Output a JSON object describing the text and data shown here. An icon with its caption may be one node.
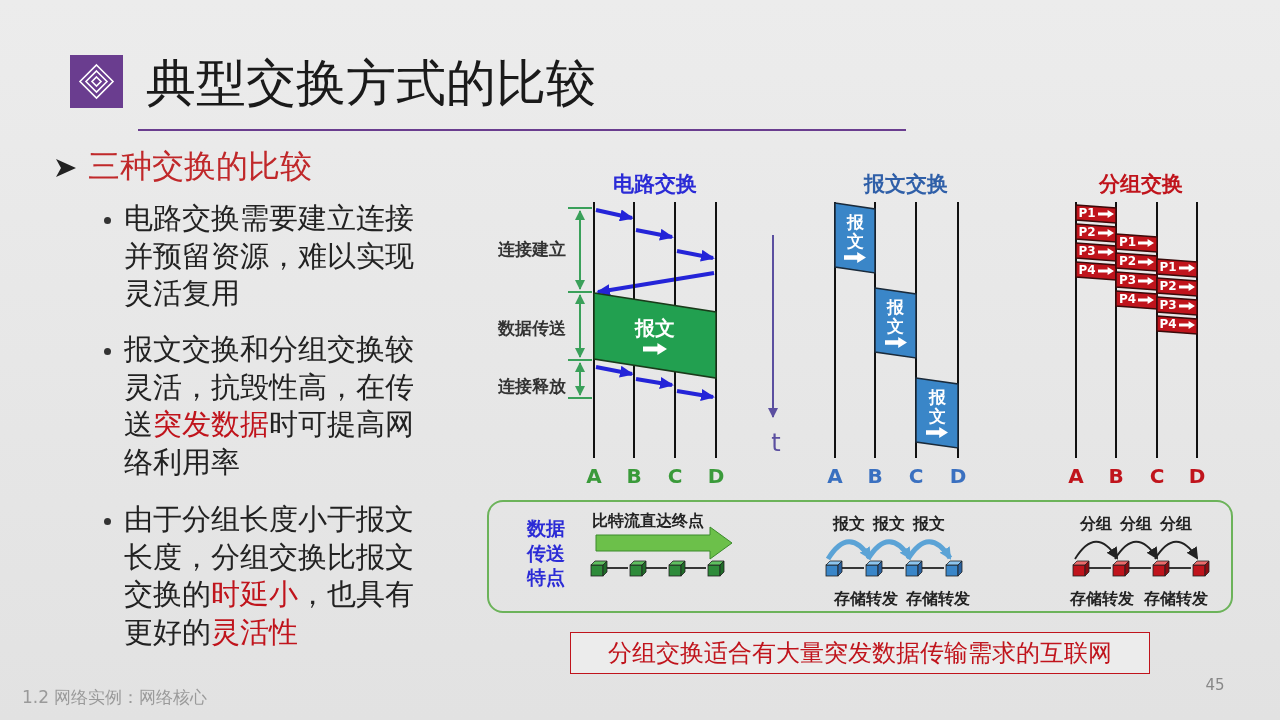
{
  "diagram": {
    "title": "典型交换方式的比较",
    "nodes": [
      {
        "text": [
          "报文"
        ]
      },
      {
        "text": [
          "报文"
        ]
      },
      {
        "text": [
          "报文"
        ]
      },
      {
        "text": [
          "报文"
        ]
      },
      {
        "text": [
          "P1"
        ]
      },
      {
        "text": [
          "P2"
        ]
      },
      {
        "text": [
          "P3"
        ]
      },
      {
        "text": [
          "P4"
        ]
      },
      {
        "text": [
          "P1"
        ]
      },
      {
        "text": [
          "P2"
        ]
      },
      {
        "text": [
          "P3"
        ]
      },
      {
        "text": [
          "P4"
        ]
      },
      {
        "text": [
          "P1"
        ]
      },
      {
        "text": [
          "P2"
        ]
      },
      {
        "text": [
          "P3"
        ]
      },
      {
        "text": [
          "P4"
        ]
      },
      {
        "text": [
          "数据传送特点"
        ]
      },
      {
        "text": [],
        "shape": "box",
        "in": 16
      },
      {
        "text": [],
        "shape": "box",
        "in": 16
      },
      {
        "text": [],
        "shape": "box",
        "in": 16
      },
      {
        "text": [],
        "shape": "box",
        "in": 16
      },
      {
        "text": [],
        "shape": "box",
        "in": 16
      },
      {
        "text": [],
        "shape": "box",
        "in": 16
      },
      {
        "text": [],
        "shape": "box",
        "in": 16
      },
      {
        "text": [],
        "shape": "box",
        "in": 16
      },
      {
        "text": [],
        "shape": "box",
        "in": 16
      },
      {
        "text": [],
        "shape": "box",
        "in": 16
      },
      {
        "text": [],
        "shape": "box",
        "in": 16
      },
      {
        "text": [],
        "shape": "box",
        "in": 16
      },
      {
        "text": [
          "分组交换适合有大量突发数据传输需求的互联网"
        ]
      }
    ],
    "edges": [
      {
        "from": 17,
        "to": 18,
        "arrow": "none"
      },
      {
        "from": 18,
        "to": 19,
        "arrow": "none"
      },
      {
        "from": 19,
        "to": 20,
        "arrow": "none"
      },
      {
        "from": 21,
        "to": 22,
        "arrow": "none"
      },
      {
        "from": 22,
        "to": 23,
        "arrow": "none"
      },
      {
        "from": 23,
        "to": 24,
        "arrow": "none"
      },
      {
        "from": 25,
        "to": 26,
        "arrow": "none"
      },
      {
        "from": 26,
        "to": 27,
        "arrow": "none"
      },
      {
        "from": 27,
        "to": 28,
        "arrow": "none"
      },
      {
        "from": 21,
        "to": 22,
        "arrow": "to",
        "label": "报文",
        "style": "thick",
        "color": "#5ba3d6"
      },
      {
        "from": 22,
        "to": 23,
        "arrow": "to",
        "label": "报文",
        "style": "thick",
        "color": "#5ba3d6"
      },
      {
        "from": 23,
        "to": 24,
        "arrow": "to",
        "label": "报文",
        "style": "thick",
        "color": "#5ba3d6"
      },
      {
        "from": 25,
        "to": 26,
        "arrow": "to",
        "label": "分组"
      },
      {
        "from": 26,
        "to": 27,
        "arrow": "to",
        "label": "分组"
      },
      {
        "from": 27,
        "to": 28,
        "arrow": "to",
        "label": "分组"
      }
    ],
    "labels": [
      "三种交换的比较",
      "电路交换需要建立连接并预留资源，难以实现灵活复用",
      "报文交换和分组交换较灵活，抗毁性高，在传送**突发数据**时可提高网络利用率",
      "由于分组长度小于报文长度，分组交换比报文交换的**时延小**，也具有更好的**灵活性**",
      "电路交换",
      "报文交换",
      "分组交换",
      "连接建立",
      "数据传送",
      "连接释放",
      "t",
      "A",
      "B",
      "C",
      "D",
      "A",
      "B",
      "C",
      "D",
      "A",
      "B",
      "C",
      "D",
      "比特流直达终点",
      "存储转发",
      "存储转发",
      "存储转发",
      "存储转发",
      "1.2 网络实例：网络核心",
      "45"
    ]
  }
}
